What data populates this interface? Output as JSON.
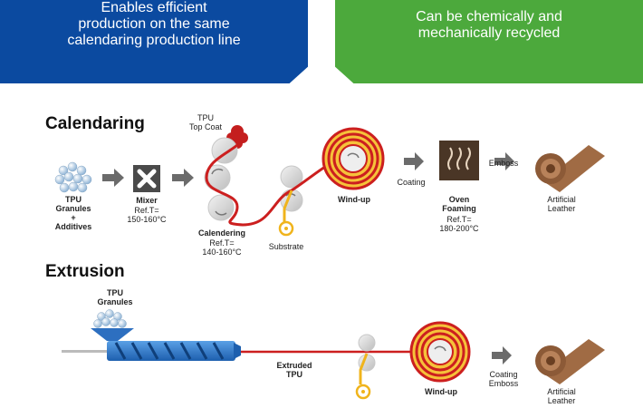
{
  "banners": {
    "left": "Enables efficient\nproduction on the same\ncalendaring production line",
    "right": "Can be chemically and\nmechanically recycled"
  },
  "calendaring": {
    "title": "Calendaring",
    "tpu_granules": "TPU\nGranules\n+\nAdditives",
    "mixer_title": "Mixer",
    "mixer_ref": "Ref.T=\n150-160°C",
    "top_coat": "TPU\nTop Coat",
    "calendering_title": "Calendering",
    "calendering_ref": "Ref.T=\n140-160°C",
    "substrate": "Substrate",
    "wind_up": "Wind-up",
    "coating": "Coating",
    "oven_title": "Oven\nFoaming",
    "oven_ref": "Ref.T=\n180-200°C",
    "emboss": "Emboss",
    "artificial_leather": "Artificial\nLeather"
  },
  "extrusion": {
    "title": "Extrusion",
    "tpu_granules": "TPU\nGranules",
    "extruded_tpu": "Extruded\nTPU",
    "wind_up": "Wind-up",
    "coating_emboss": "Coating\nEmboss",
    "artificial_leather": "Artificial\nLeather"
  },
  "colors": {
    "blue": "#0b4aa0",
    "green": "#4ca93c",
    "red_film": "#cc1f1f",
    "yellow_substrate": "#f0b41c",
    "arrow_gray": "#6b6b6b",
    "leather": "#9b6a44"
  }
}
